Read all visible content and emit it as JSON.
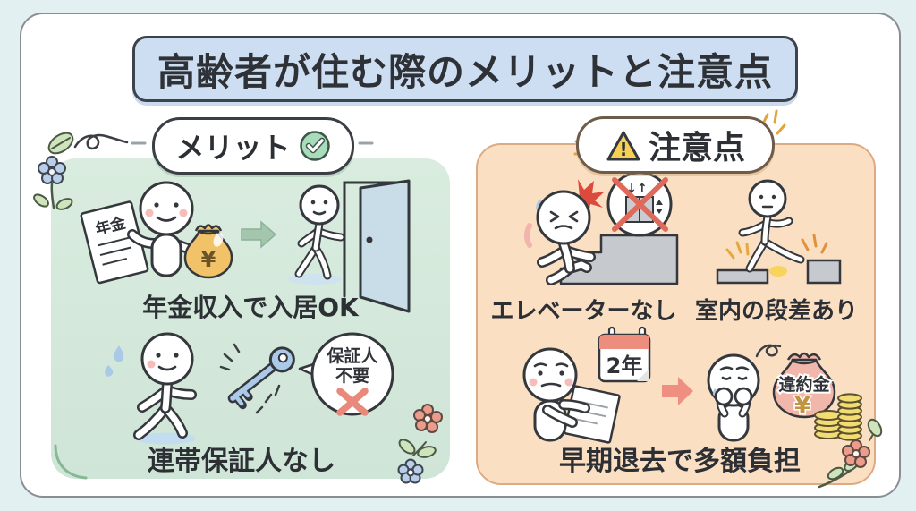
{
  "title": "高齢者が住む際のメリットと注意点",
  "merit": {
    "header": "メリット",
    "check_icon": "check-circle",
    "item1": {
      "caption": "年金収入で入居OK",
      "doc_label": "年金",
      "bag_symbol": "¥"
    },
    "item2": {
      "caption": "連帯保証人なし",
      "bubble_line1": "保証人",
      "bubble_line2": "不要"
    }
  },
  "caution": {
    "header": "注意点",
    "warning_icon": "warning-triangle",
    "warning_glyph": "!",
    "item1": {
      "caption": "エレベーターなし",
      "elevator_arrows": "↓↑"
    },
    "item2": {
      "caption": "室内の段差あり"
    },
    "item3": {
      "caption": "早期退去で多額負担",
      "calendar_label": "2年",
      "bag_label": "違約金",
      "bag_symbol": "¥"
    }
  },
  "colors": {
    "background": "#e2f0f1",
    "card_border": "#8a8e93",
    "title_bg": "#cddef2",
    "merit_panel": "#d4e8da",
    "caution_panel": "#fbdfc3",
    "caution_border": "#dcab84",
    "check_green": "#a9dcba",
    "warning_yellow": "#f5d054",
    "salmon": "#ee8f82",
    "gold_bag": "#f1c267",
    "pink_bag": "#f2b7ab",
    "key_blue": "#abc9e8",
    "door_blue": "#c9dde9",
    "stair_gray": "#c6c9ce",
    "coin_gold": "#f3dc74"
  }
}
